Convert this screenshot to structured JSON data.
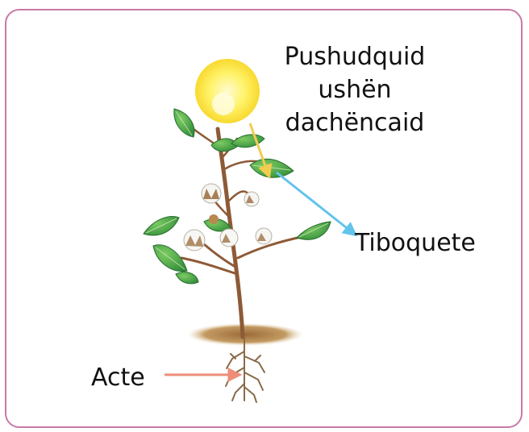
{
  "labels": {
    "sunlight": [
      "Pushudquid",
      "ushën",
      "dachëncaid"
    ],
    "leaf": "Tiboquete",
    "root": "Acte"
  },
  "colors": {
    "frame": "#c879a6",
    "sun": "#fde84a",
    "sun_arrow": "#f2cc4e",
    "leaf_arrow": "#63c3ec",
    "root_arrow": "#ee8d78",
    "leaf_green": "#3f9d3f",
    "stem_brown": "#8d5a36",
    "soil": "#b98e58"
  }
}
